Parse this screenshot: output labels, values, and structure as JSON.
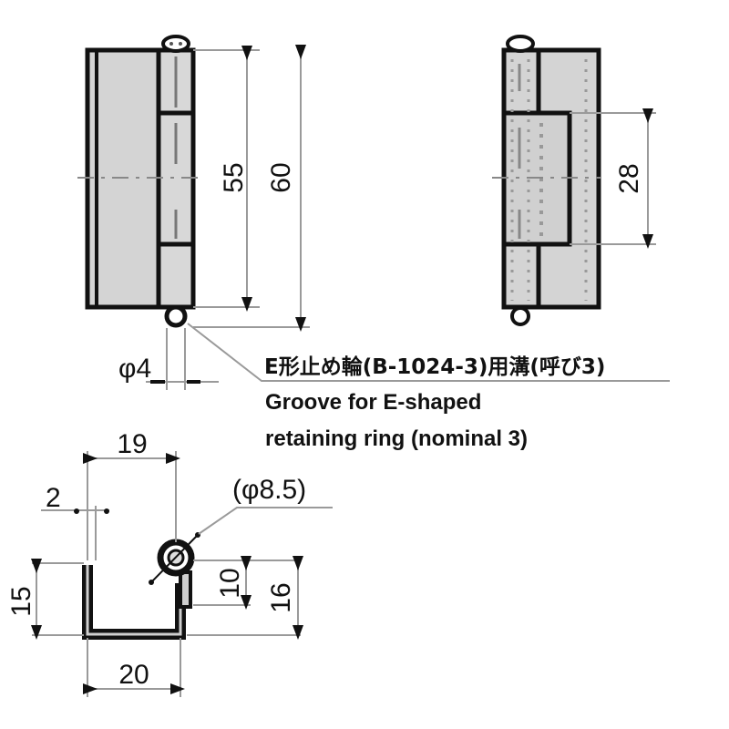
{
  "colors": {
    "outline": "#111111",
    "fill": "#d4d4d4",
    "leaf_fill": "#cfcfcf",
    "dim_line": "#9a9a9a",
    "background": "#ffffff"
  },
  "front_view": {
    "dim_inner_height": "55",
    "dim_overall_height": "60",
    "dim_pin_diameter": "φ4"
  },
  "back_view": {
    "dim_knuckle_length": "28"
  },
  "note": {
    "jp_line": "E形止め輪(B-1024-3)用溝(呼び3)",
    "en_line1": "Groove for E-shaped",
    "en_line2": "retaining ring (nominal 3)"
  },
  "section_view": {
    "dim_inner_width": "19",
    "dim_thickness": "2",
    "dim_knuckle_od": "(φ8.5)",
    "dim_leaf_height": "15",
    "dim_flange": "10",
    "dim_overall_height": "16",
    "dim_overall_width": "20"
  }
}
